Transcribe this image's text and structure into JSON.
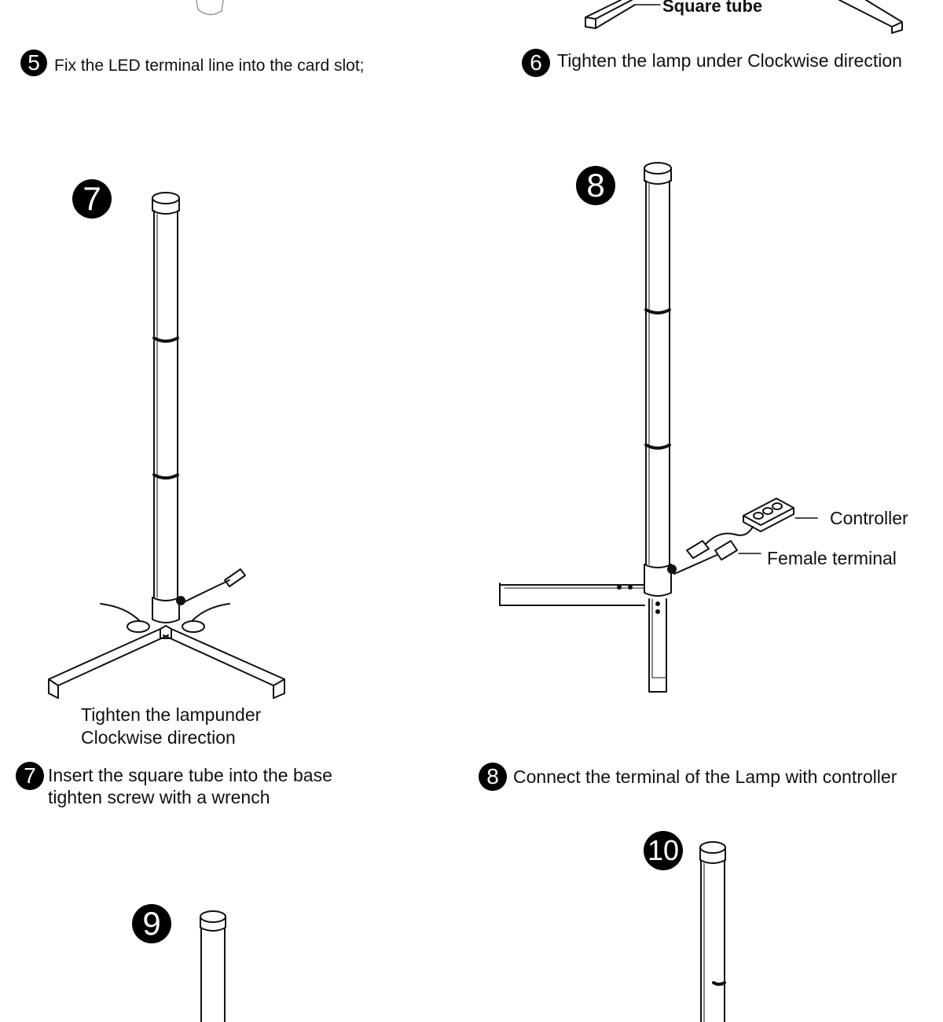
{
  "steps": {
    "s5": {
      "number": "5",
      "caption": "Fix the LED terminal line into the card slot;"
    },
    "s6": {
      "number": "6",
      "caption": "Tighten the lamp under Clockwise direction"
    },
    "s7": {
      "number": "7",
      "caption_line1": "Insert the square tube into the base",
      "caption_line2": "tighten screw with a wrench"
    },
    "s8": {
      "number": "8",
      "caption": "Connect the terminal of the Lamp with controller"
    },
    "s9": {
      "number": "9"
    },
    "s10": {
      "number": "10"
    }
  },
  "labels": {
    "square_tube": "Square tube",
    "tighten_line1": "Tighten the lampunder",
    "tighten_line2": "Clockwise direction",
    "controller": "Controller",
    "female_terminal": "Female terminal"
  }
}
